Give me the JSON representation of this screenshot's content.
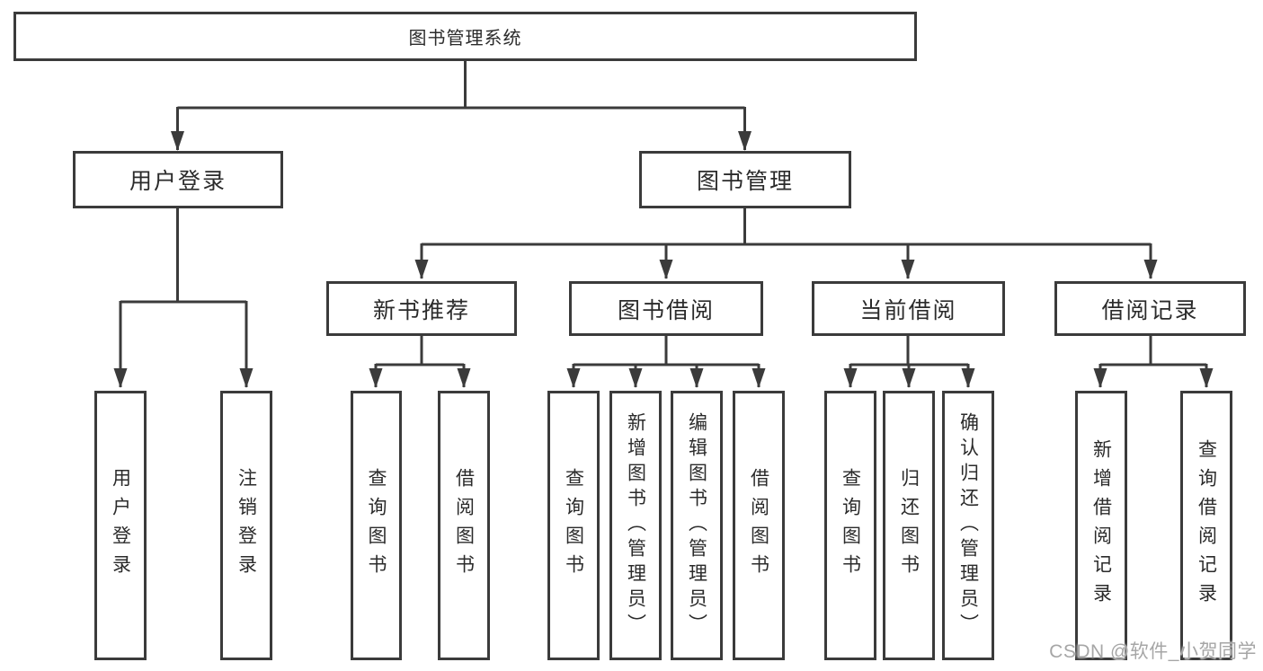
{
  "colors": {
    "line": "#3b3b3b",
    "box_border": "#3b3b3b",
    "text": "#2b2b2b",
    "watermark": "#a6a6a6",
    "background": "#ffffff"
  },
  "watermark": {
    "text": "CSDN @软件_小贺同学"
  },
  "tree": {
    "root": {
      "label": "图书管理系统"
    },
    "branches": [
      {
        "label": "用户登录",
        "children": [
          {
            "label": "用户登录"
          },
          {
            "label": "注销登录"
          }
        ]
      },
      {
        "label": "图书管理",
        "children": [
          {
            "label": "新书推荐",
            "children": [
              {
                "label": "查询图书"
              },
              {
                "label": "借阅图书"
              }
            ]
          },
          {
            "label": "图书借阅",
            "children": [
              {
                "label": "查询图书"
              },
              {
                "label": "新增图书（管理员）"
              },
              {
                "label": "编辑图书（管理员）"
              },
              {
                "label": "借阅图书"
              }
            ]
          },
          {
            "label": "当前借阅",
            "children": [
              {
                "label": "查询图书"
              },
              {
                "label": "归还图书"
              },
              {
                "label": "确认归还（管理员）"
              }
            ]
          },
          {
            "label": "借阅记录",
            "children": [
              {
                "label": "新增借阅记录"
              },
              {
                "label": "查询借阅记录"
              }
            ]
          }
        ]
      }
    ]
  }
}
